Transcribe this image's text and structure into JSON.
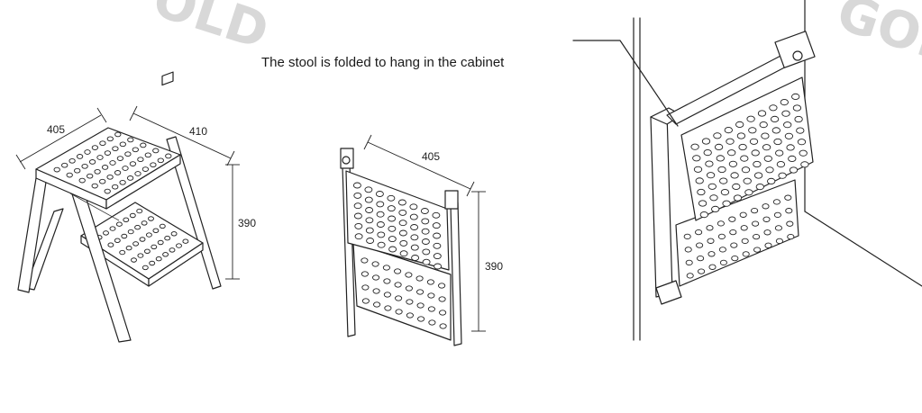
{
  "watermark": {
    "left_text": "OLD",
    "right_text": "GOL"
  },
  "caption": "The stool is folded to hang in the cabinet",
  "views": {
    "unfolded": {
      "width_label": "405",
      "depth_label": "410",
      "height_label": "390"
    },
    "folded": {
      "width_label": "405",
      "height_label": "390"
    }
  },
  "colors": {
    "line": "#222222",
    "watermark": "#d8d8d8",
    "background": "#ffffff"
  }
}
